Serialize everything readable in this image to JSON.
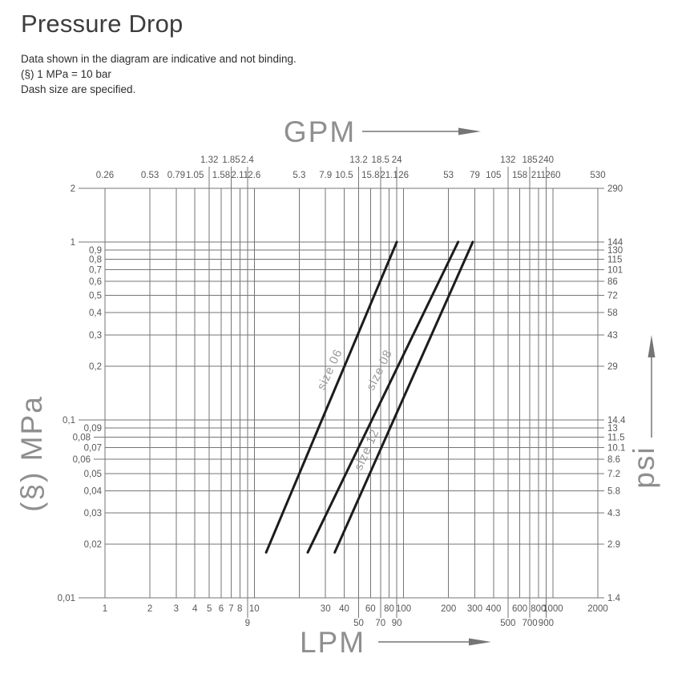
{
  "header": {
    "title": "Pressure Drop",
    "notes": [
      "Data shown in the diagram are indicative and not binding.",
      "(§) 1 MPa = 10 bar",
      "Dash size are specified."
    ]
  },
  "colors": {
    "grid": "#757575",
    "tick_text": "#58585a",
    "axis_title": "#8f8f8f",
    "curve": "#1c1c1c",
    "curve_label": "#9a9a9a",
    "title_text": "#3d3d3d"
  },
  "chart_data": {
    "type": "line",
    "scale": "log-log",
    "title": "Pressure Drop",
    "x_axis_bottom": {
      "label": "LPM",
      "range": [
        1,
        2000
      ],
      "row_main": [
        [
          "1",
          1
        ],
        [
          "2",
          2
        ],
        [
          "3",
          3
        ],
        [
          "4",
          4
        ],
        [
          "5",
          5
        ],
        [
          "6",
          6
        ],
        [
          "7",
          7
        ],
        [
          "8",
          8
        ],
        [
          "10",
          10
        ],
        [
          "30",
          30
        ],
        [
          "40",
          40
        ],
        [
          "60",
          60
        ],
        [
          "80",
          80
        ],
        [
          "100",
          100
        ],
        [
          "200",
          200
        ],
        [
          "300",
          300
        ],
        [
          "400",
          400
        ],
        [
          "600",
          600
        ],
        [
          "800",
          800
        ],
        [
          "1000",
          1000
        ],
        [
          "2000",
          2000
        ]
      ],
      "row_lower": [
        [
          "9",
          9
        ],
        [
          "50",
          50
        ],
        [
          "70",
          70
        ],
        [
          "90",
          90
        ],
        [
          "500",
          500
        ],
        [
          "700",
          700
        ],
        [
          "900",
          900
        ]
      ]
    },
    "x_axis_top": {
      "label": "GPM",
      "row_main": [
        [
          "0.26",
          1
        ],
        [
          "0.53",
          2
        ],
        [
          "0.79",
          3
        ],
        [
          "1.05",
          4
        ],
        [
          "1.58",
          6
        ],
        [
          "2.11",
          8
        ],
        [
          "2.6",
          10
        ],
        [
          "5.3",
          20
        ],
        [
          "7.9",
          30
        ],
        [
          "10.5",
          40
        ],
        [
          "15.8",
          60
        ],
        [
          "21.1",
          80
        ],
        [
          "26",
          100
        ],
        [
          "53",
          200
        ],
        [
          "79",
          300
        ],
        [
          "105",
          400
        ],
        [
          "158",
          600
        ],
        [
          "211",
          800
        ],
        [
          "260",
          1000
        ],
        [
          "530",
          2000
        ]
      ],
      "row_upper": [
        [
          "1.32",
          5
        ],
        [
          "1.85",
          7
        ],
        [
          "2.4",
          9
        ],
        [
          "13.2",
          50
        ],
        [
          "18.5",
          70
        ],
        [
          "24",
          90
        ],
        [
          "132",
          500
        ],
        [
          "185",
          700
        ],
        [
          "240",
          900
        ]
      ]
    },
    "y_axis_left": {
      "label": "(§) MPa",
      "range": [
        0.01,
        2
      ],
      "ticks": [
        [
          "2",
          2,
          "major"
        ],
        [
          "1",
          1,
          "major"
        ],
        [
          "0,9",
          0.9,
          "minor"
        ],
        [
          "0,8",
          0.8,
          "minor"
        ],
        [
          "0,7",
          0.7,
          "minor"
        ],
        [
          "0,6",
          0.6,
          "minor"
        ],
        [
          "0,5",
          0.5,
          "minor"
        ],
        [
          "0,4",
          0.4,
          "minor"
        ],
        [
          "0,3",
          0.3,
          "minor"
        ],
        [
          "0,2",
          0.2,
          "minor"
        ],
        [
          "0,1",
          0.1,
          "major"
        ],
        [
          "0,09",
          0.09,
          "minor"
        ],
        [
          "0,08",
          0.08,
          "mid"
        ],
        [
          "0,07",
          0.07,
          "minor"
        ],
        [
          "0,06",
          0.06,
          "mid"
        ],
        [
          "0,05",
          0.05,
          "minor"
        ],
        [
          "0,04",
          0.04,
          "minor"
        ],
        [
          "0,03",
          0.03,
          "minor"
        ],
        [
          "0,02",
          0.02,
          "minor"
        ],
        [
          "0,01",
          0.01,
          "major"
        ]
      ]
    },
    "y_axis_right": {
      "label": "psi",
      "ticks": [
        [
          "290",
          2
        ],
        [
          "144",
          1
        ],
        [
          "130",
          0.9
        ],
        [
          "115",
          0.8
        ],
        [
          "101",
          0.7
        ],
        [
          "86",
          0.6
        ],
        [
          "72",
          0.5
        ],
        [
          "58",
          0.4
        ],
        [
          "43",
          0.3
        ],
        [
          "29",
          0.2
        ],
        [
          "14.4",
          0.1
        ],
        [
          "13",
          0.09
        ],
        [
          "11.5",
          0.08
        ],
        [
          "10.1",
          0.07
        ],
        [
          "8.6",
          0.06
        ],
        [
          "7.2",
          0.05
        ],
        [
          "5.8",
          0.04
        ],
        [
          "4.3",
          0.03
        ],
        [
          "2.9",
          0.02
        ],
        [
          "1.4",
          0.01
        ]
      ]
    },
    "grid": {
      "x": [
        1,
        2,
        3,
        4,
        5,
        6,
        7,
        8,
        9,
        10,
        20,
        30,
        40,
        50,
        60,
        70,
        80,
        90,
        100,
        200,
        300,
        400,
        500,
        600,
        700,
        800,
        900,
        1000,
        2000
      ],
      "y": [
        0.01,
        0.02,
        0.03,
        0.04,
        0.05,
        0.06,
        0.07,
        0.08,
        0.09,
        0.1,
        0.2,
        0.3,
        0.4,
        0.5,
        0.6,
        0.7,
        0.8,
        0.9,
        1,
        2
      ]
    },
    "series": [
      {
        "name": "size 06",
        "points": [
          [
            12,
            0.018
          ],
          [
            90,
            1.0
          ]
        ],
        "label": {
          "lpm": 33.8,
          "mpa": 0.188,
          "angle": -65
        }
      },
      {
        "name": "size 08",
        "points": [
          [
            22.8,
            0.018
          ],
          [
            232,
            1.0
          ]
        ],
        "label": {
          "lpm": 72.6,
          "mpa": 0.187,
          "angle": -64
        }
      },
      {
        "name": "size 12",
        "points": [
          [
            34.6,
            0.018
          ],
          [
            291,
            1.0
          ]
        ],
        "label": {
          "lpm": 59.8,
          "mpa": 0.0667,
          "angle": -66
        }
      }
    ]
  }
}
